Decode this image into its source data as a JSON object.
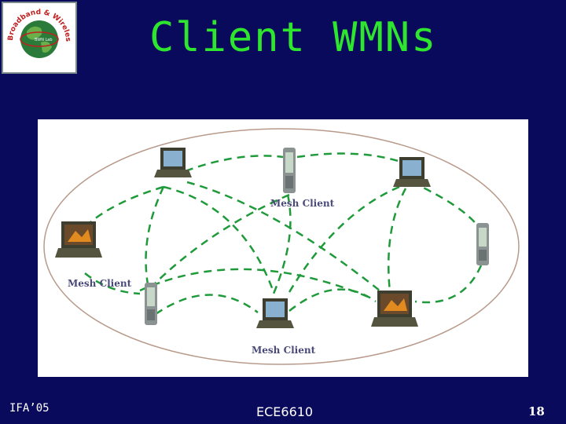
{
  "slide": {
    "title": "Client WMNs",
    "logo_text": "Broadband & Wireless Networking Laboratory",
    "logo_inner_text": "BWN Lab",
    "footer_left": "IFA’05",
    "footer_center": "ECE6610",
    "page_number": "18"
  },
  "diagram": {
    "labels": [
      "Mesh Client",
      "Mesh Client",
      "Mesh Client"
    ],
    "colors": {
      "link": "#1f9a3a",
      "boundary": "#b89a8a",
      "laptop": "#4a4a38",
      "pda": "#9aa2a2"
    }
  }
}
